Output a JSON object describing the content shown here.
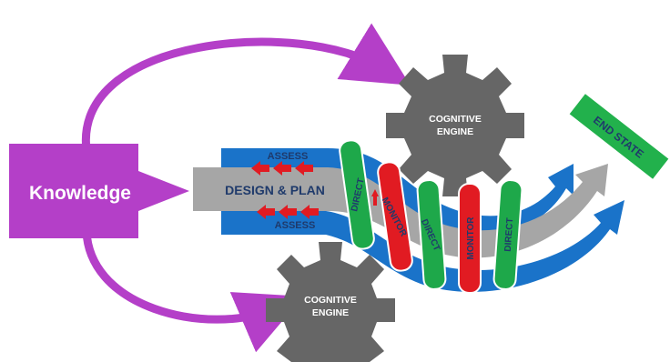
{
  "knowledge_label": "Knowledge",
  "gear_top": {
    "line1": "COGNITIVE",
    "line2": "ENGINE"
  },
  "gear_bottom": {
    "line1": "COGNITIVE",
    "line2": "ENGINE"
  },
  "end_state_label": "END STATE",
  "assess_top": "ASSESS",
  "assess_bottom": "ASSESS",
  "design_plan": "DESIGN & PLAN",
  "bands": [
    "DIRECT",
    "MONITOR",
    "DIRECT",
    "MONITOR",
    "DIRECT"
  ],
  "colors": {
    "purple": "#b43fc8",
    "gear": "#666666",
    "blue": "#1a73c9",
    "gray": "#a6a6a6",
    "green": "#1ea84a",
    "red": "#e11b22",
    "end_state": "#22b14c",
    "navy": "#1f3a6b"
  }
}
